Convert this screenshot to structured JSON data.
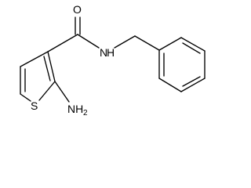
{
  "diagram": {
    "type": "chemical-structure",
    "atoms": {
      "oxygen": "O",
      "sulfur": "S",
      "amide_nitrogen": "N",
      "amide_hydrogen": "H",
      "amine_group": "NH",
      "amine_subscript": "2"
    },
    "colors": {
      "line": "#000000",
      "background": "#ffffff"
    }
  }
}
